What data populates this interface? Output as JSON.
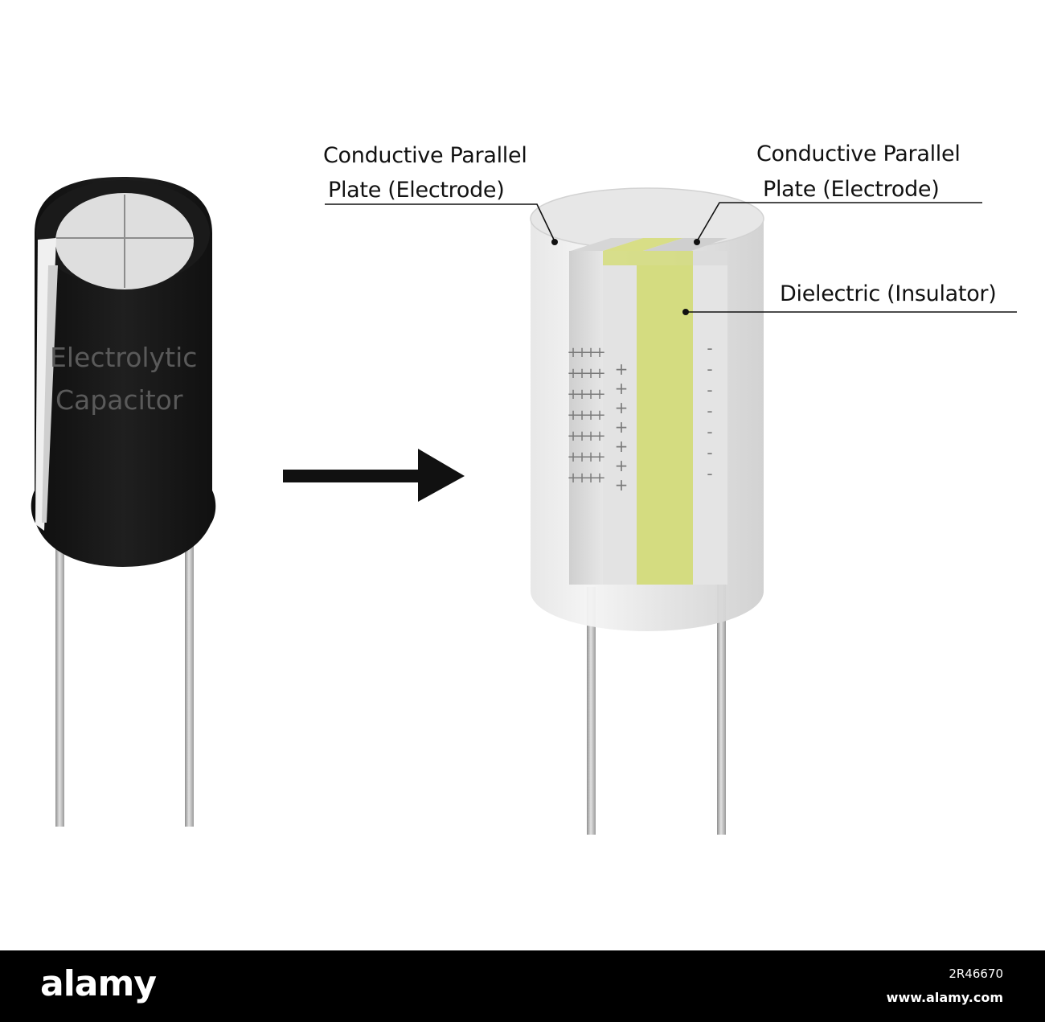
{
  "diagram": {
    "labels": {
      "left_electrode_line1": "Conductive Parallel",
      "left_electrode_line2": "Plate (Electrode)",
      "right_electrode_line1": "Conductive Parallel",
      "right_electrode_line2": "Plate (Electrode)",
      "dielectric": "Dielectric (Insulator)"
    },
    "capacitor_print": {
      "line1": "Electrolytic",
      "line2": "Capacitor"
    },
    "plate_left_charge_sign": "+",
    "plate_right_charge_sign": "-",
    "colors": {
      "capacitor_body": "#1a1a1a",
      "dielectric": "#d4dc80",
      "plate": "#e0e0e0",
      "arrow": "#111111"
    }
  },
  "footer": {
    "brand": "alamy",
    "image_id": "2R46670",
    "url": "www.alamy.com"
  }
}
